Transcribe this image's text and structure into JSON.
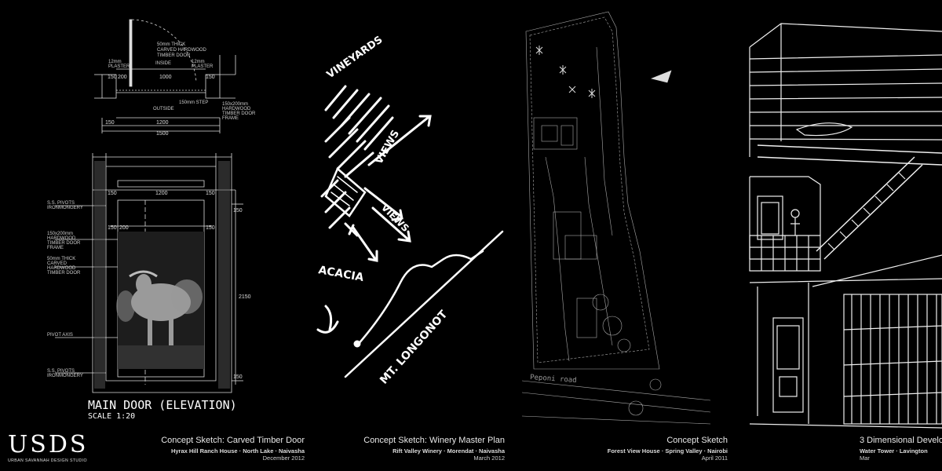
{
  "logo": {
    "mark": "USDS",
    "subtitle": "URBAN SAVANNAH DESIGN STUDIO"
  },
  "panel1": {
    "drawing_title": "MAIN DOOR (ELEVATION)",
    "scale": "SCALE 1:20",
    "notes": {
      "door_thick": "50mm THICK",
      "carved_hardwood": "CARVED HARDWOOD",
      "timber_door": "TIMBER DOOR",
      "plaster_left": "12mm",
      "plaster_left_b": "PLASTER",
      "plaster_right": "12mm",
      "plaster_right_b": "PLASTER",
      "inside": "INSIDE",
      "outside": "OUTSIDE",
      "step": "150mm STEP",
      "frame_a": "150x200mm",
      "frame_b": "HARDWOOD",
      "frame_c": "TIMBER DOOR",
      "frame_d": "FRAME",
      "ironmongery_top": "S.S. PIVOTS",
      "ironmongery_top_b": "IRONMONGERY",
      "frame2_a": "150x200mm",
      "frame2_b": "HARDWOOD",
      "frame2_c": "TIMBER DOOR",
      "frame2_d": "FRAME",
      "door2_a": "50mm THICK",
      "door2_b": "CARVED",
      "door2_c": "HARDWOOD",
      "door2_d": "TIMBER DOOR",
      "pivot_axis": "PIVOT AXIS",
      "ironmongery_bot": "S.S. PIVOTS",
      "ironmongery_bot_b": "IRONMONGERY"
    },
    "dims": {
      "plan_150a": "150",
      "plan_200": "200",
      "plan_1000": "1000",
      "plan_150b": "150",
      "plan_1200": "1200",
      "plan_1500": "1500",
      "plan_left_150": "150",
      "elev_150a": "150",
      "elev_1200": "1200",
      "elev_150b": "150",
      "elev_150c": "150",
      "elev_200": "200",
      "elev_150d": "150",
      "elev_2150": "2150",
      "elev_150e": "150",
      "elev_150f": "150"
    },
    "caption": {
      "title": "Concept Sketch: Carved Timber Door",
      "subtitle": "Hyrax Hill Ranch House · North Lake · Naivasha",
      "date": "December 2012"
    }
  },
  "panel2": {
    "sketch_labels": {
      "vineyards": "VINEYARDS",
      "views_a": "VIEWS",
      "views_b": "VIEWS",
      "acacia": "ACACIA",
      "longonot": "MT. LONGONOT"
    },
    "caption": {
      "title": "Concept Sketch: Winery Master Plan",
      "subtitle": "Rift Valley Winery · Morendat · Naivasha",
      "date": "March 2012"
    }
  },
  "panel3": {
    "road_label": "Peponi road",
    "caption": {
      "title": "Concept Sketch",
      "subtitle": "Forest View House · Spring Valley · Nairobi",
      "date": "April 2011"
    }
  },
  "panel4": {
    "caption": {
      "title": "3 Dimensional Develo",
      "subtitle": "Water Tower · Lavington",
      "date": "Mar"
    }
  }
}
